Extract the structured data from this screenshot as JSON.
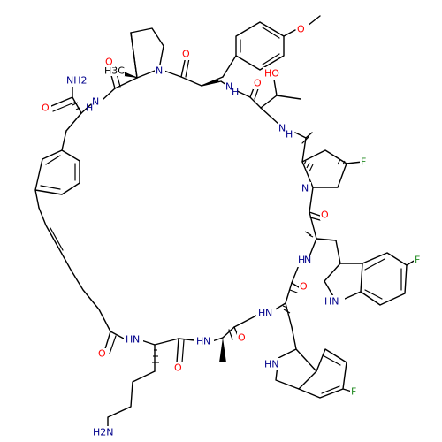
{
  "colors": {
    "carbon": "#000000",
    "oxygen": "#ff0000",
    "nitrogen": "#00008b",
    "fluorine": "#228b22",
    "background": "#ffffff"
  },
  "atoms": {
    "o_methoxy": "O",
    "ho_thr": "HO",
    "nh_thr": "N",
    "h_thr": "H",
    "nh_tyr": "N",
    "h_tyr": "H",
    "o_tyr": "O",
    "o_pro1": "O",
    "n_pro1": "N",
    "ch3": "H3C",
    "o_thr": "O",
    "n_pro2": "N",
    "f_pro": "F",
    "o_pro2": "O",
    "nh2_amide": "NH2",
    "o_amide": "O",
    "nh_phe": "N",
    "h_phe": "H",
    "nh_trp1": "N",
    "h_trp1": "H",
    "o_trp1": "O",
    "hn_indole1": "HN",
    "f_indole1": "F",
    "nh_trp2": "N",
    "h_trp2": "H",
    "o_trp2": "O",
    "hn_indole2": "HN",
    "f_indole2": "F",
    "nh_ala": "N",
    "h_ala": "H",
    "o_ala": "O",
    "nh_lys": "N",
    "h_lys": "H",
    "o_lys": "O",
    "o_linker": "O",
    "h2n_lys": "H2N"
  }
}
